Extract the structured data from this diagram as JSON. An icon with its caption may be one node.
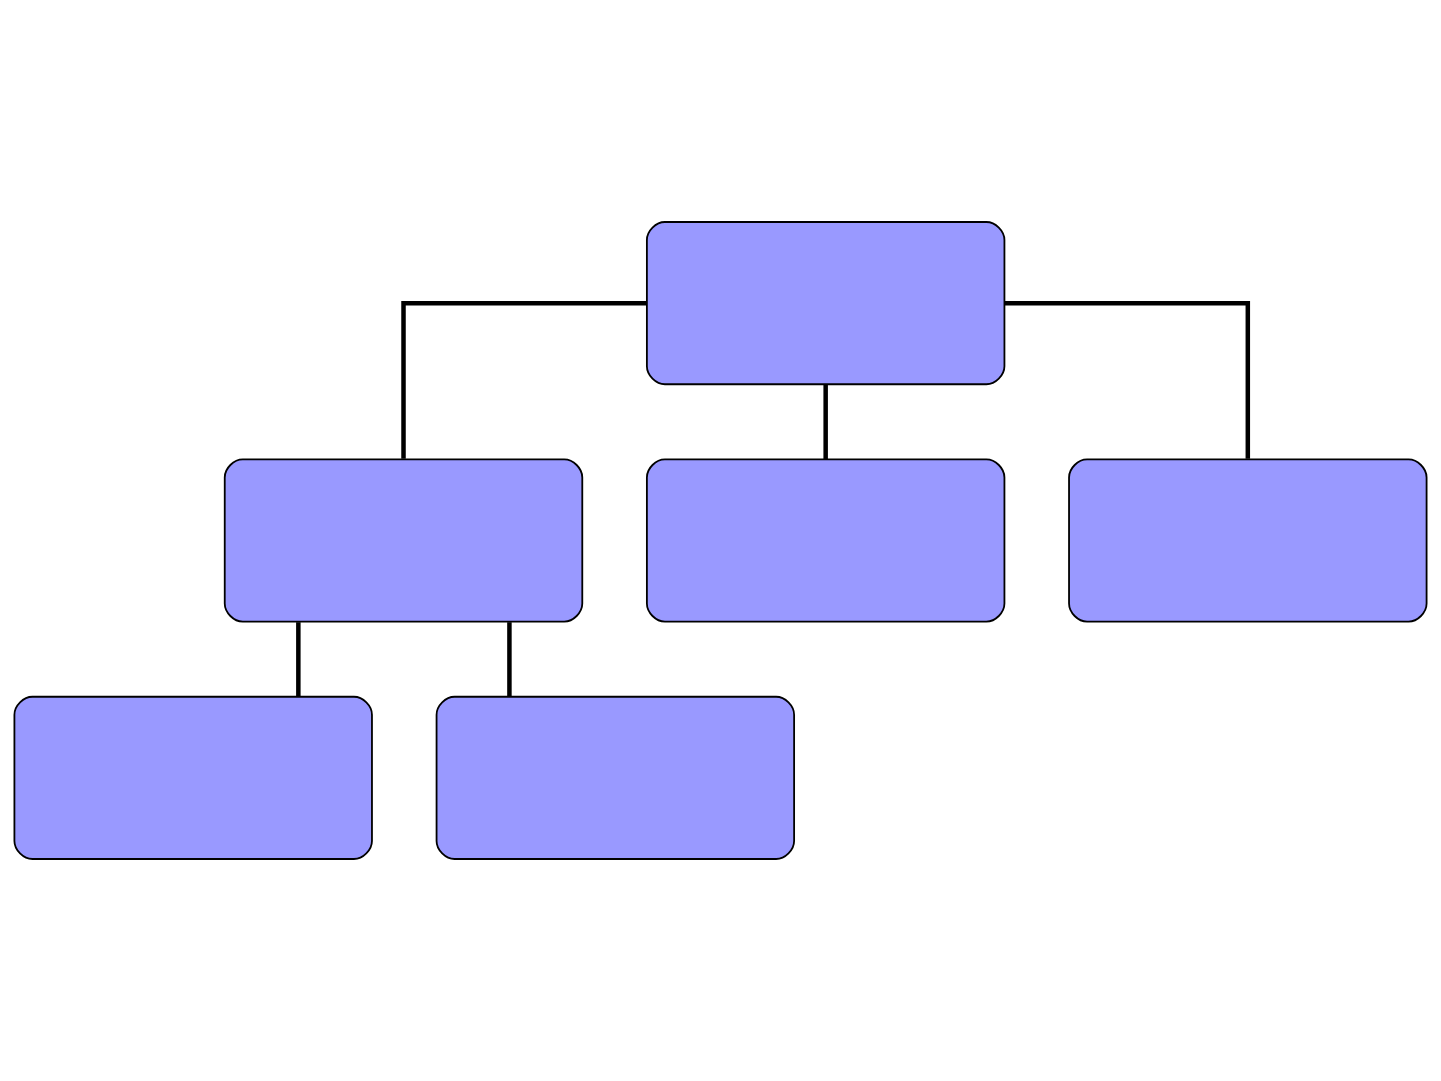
{
  "diagram": {
    "nodes": [
      {
        "text": [],
        "shape": "box"
      },
      {
        "text": [],
        "shape": "box"
      },
      {
        "text": [],
        "shape": "box"
      },
      {
        "text": [],
        "shape": "box"
      },
      {
        "text": [],
        "shape": "box"
      },
      {
        "text": [],
        "shape": "box"
      }
    ],
    "edges": [
      {
        "from": 0,
        "to": 1,
        "arrow": "none"
      },
      {
        "from": 0,
        "to": 2,
        "arrow": "none"
      },
      {
        "from": 0,
        "to": 3,
        "arrow": "none"
      },
      {
        "from": 1,
        "to": 4,
        "arrow": "none"
      },
      {
        "from": 1,
        "to": 5,
        "arrow": "none"
      }
    ]
  }
}
